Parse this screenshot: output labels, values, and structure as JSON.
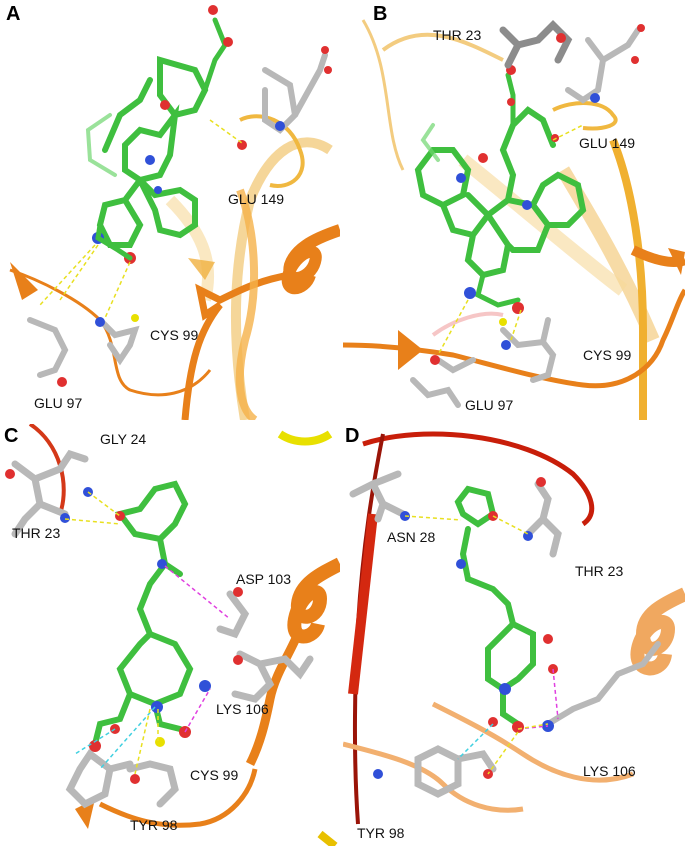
{
  "panels": [
    {
      "letter": "A",
      "residues": [
        "GLU 149",
        "CYS 99",
        "GLU 97"
      ]
    },
    {
      "letter": "B",
      "residues": [
        "THR 23",
        "GLU 149",
        "CYS 99",
        "GLU 97"
      ]
    },
    {
      "letter": "C",
      "residues": [
        "GLY 24",
        "THR 23",
        "ASP 103",
        "LYS 106",
        "CYS 99",
        "TYR 98"
      ]
    },
    {
      "letter": "D",
      "residues": [
        "ASN 28",
        "THR 23",
        "LYS 106",
        "TYR 98"
      ]
    }
  ],
  "colors": {
    "ligand_carbon": "#3fbf3f",
    "protein_carbon": "#b8b8b8",
    "oxygen": "#e03030",
    "nitrogen": "#3050d8",
    "sulfur": "#e0e030",
    "hydrogen": "#f2f2f2",
    "ribbon_orange": "#e8801a",
    "ribbon_light": "#f3c878",
    "ribbon_red": "#c81e0a",
    "ribbon_yellow": "#e8e000",
    "hbond_yellow": "#e8e020",
    "interaction_magenta": "#e040e0",
    "interaction_cyan": "#40d0e0"
  }
}
